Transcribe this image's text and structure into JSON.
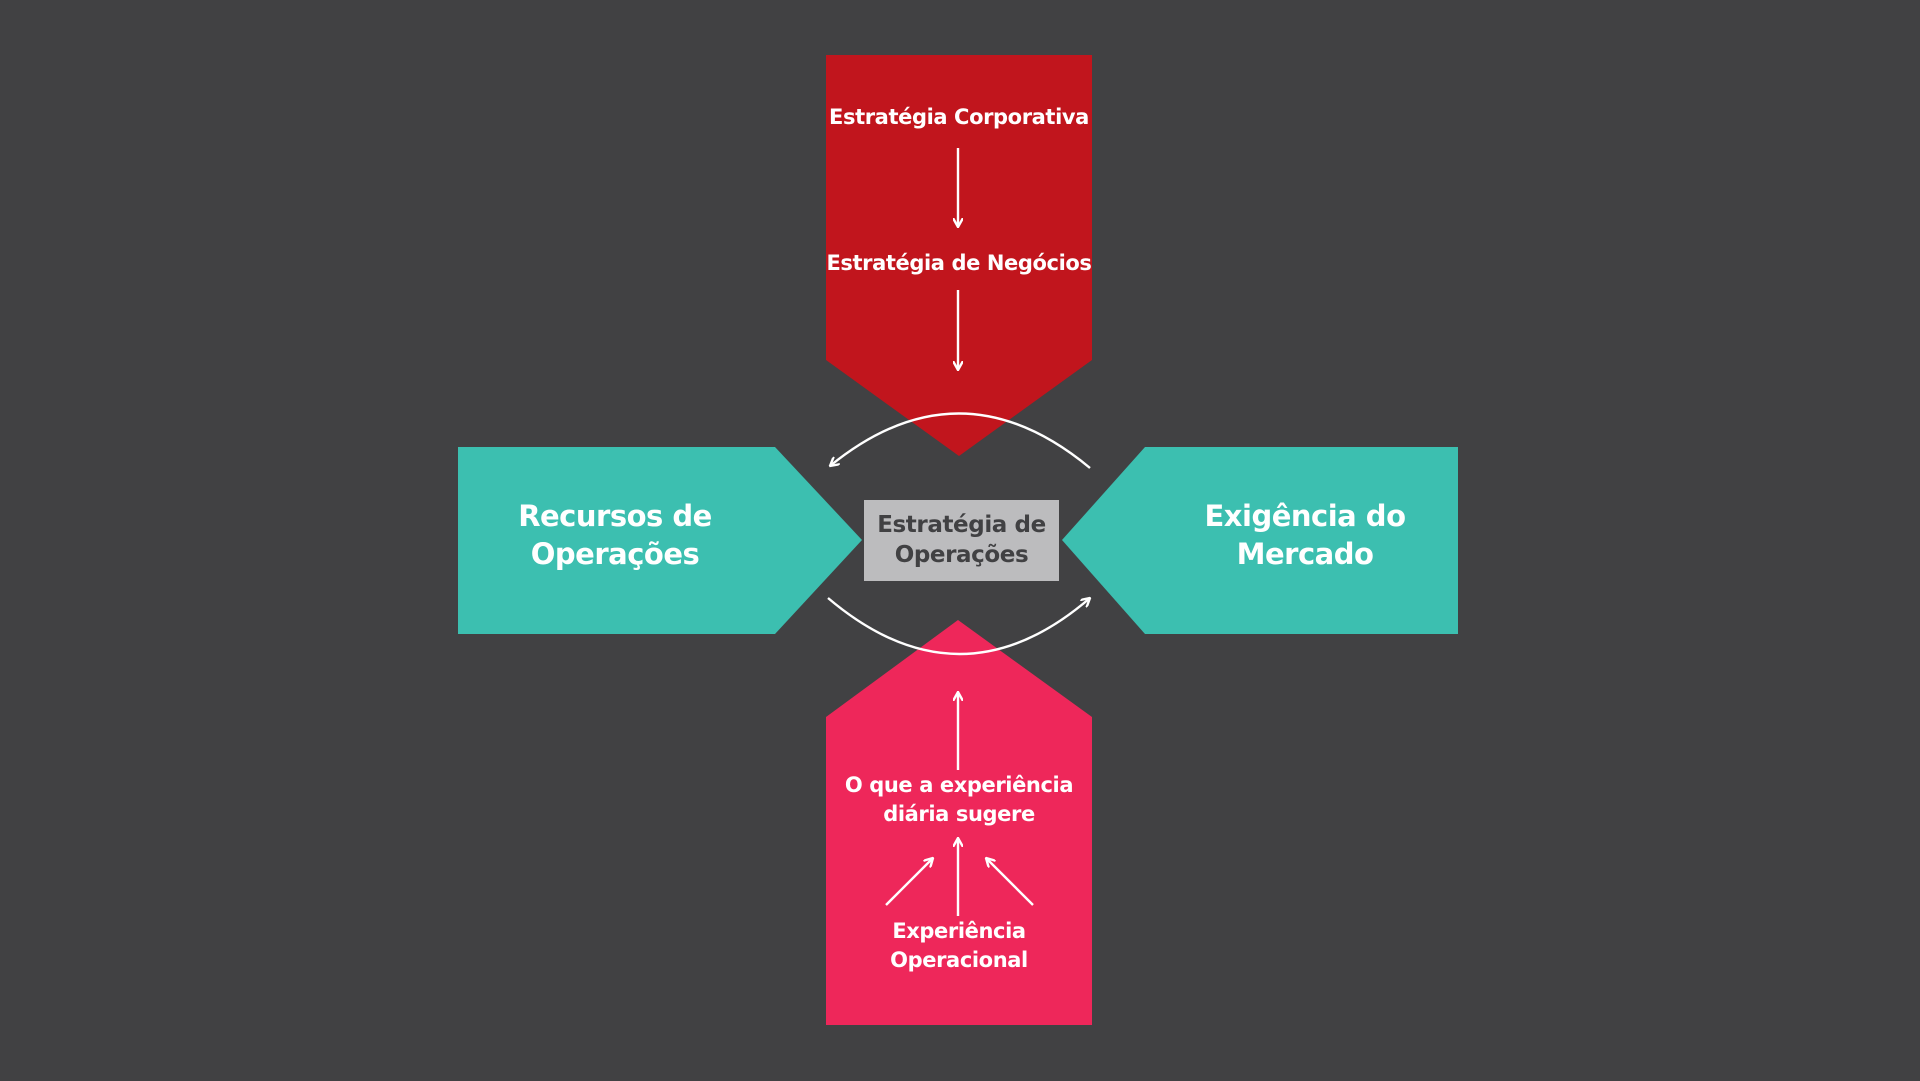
{
  "colors": {
    "background": "#414143",
    "corporate_red": "#c1151d",
    "pink": "#ee275a",
    "teal": "#3cbfb0",
    "center_box": "#bcbcbe",
    "center_text": "#414143",
    "arrow": "#ffffff"
  },
  "top_panel": {
    "corporate_strategy": "Estratégia Corporativa",
    "business_strategy": "Estratégia de Negócios"
  },
  "left_panel": {
    "line1": "Recursos de",
    "line2": "Operações"
  },
  "right_panel": {
    "line1": "Exigência do",
    "line2": "Mercado"
  },
  "center": {
    "line1": "Estratégia de",
    "line2": "Operações"
  },
  "bottom_panel": {
    "daily_line1": "O que a experiência",
    "daily_line2": "diária sugere",
    "experience_line1": "Experiência",
    "experience_line2": "Operacional"
  }
}
